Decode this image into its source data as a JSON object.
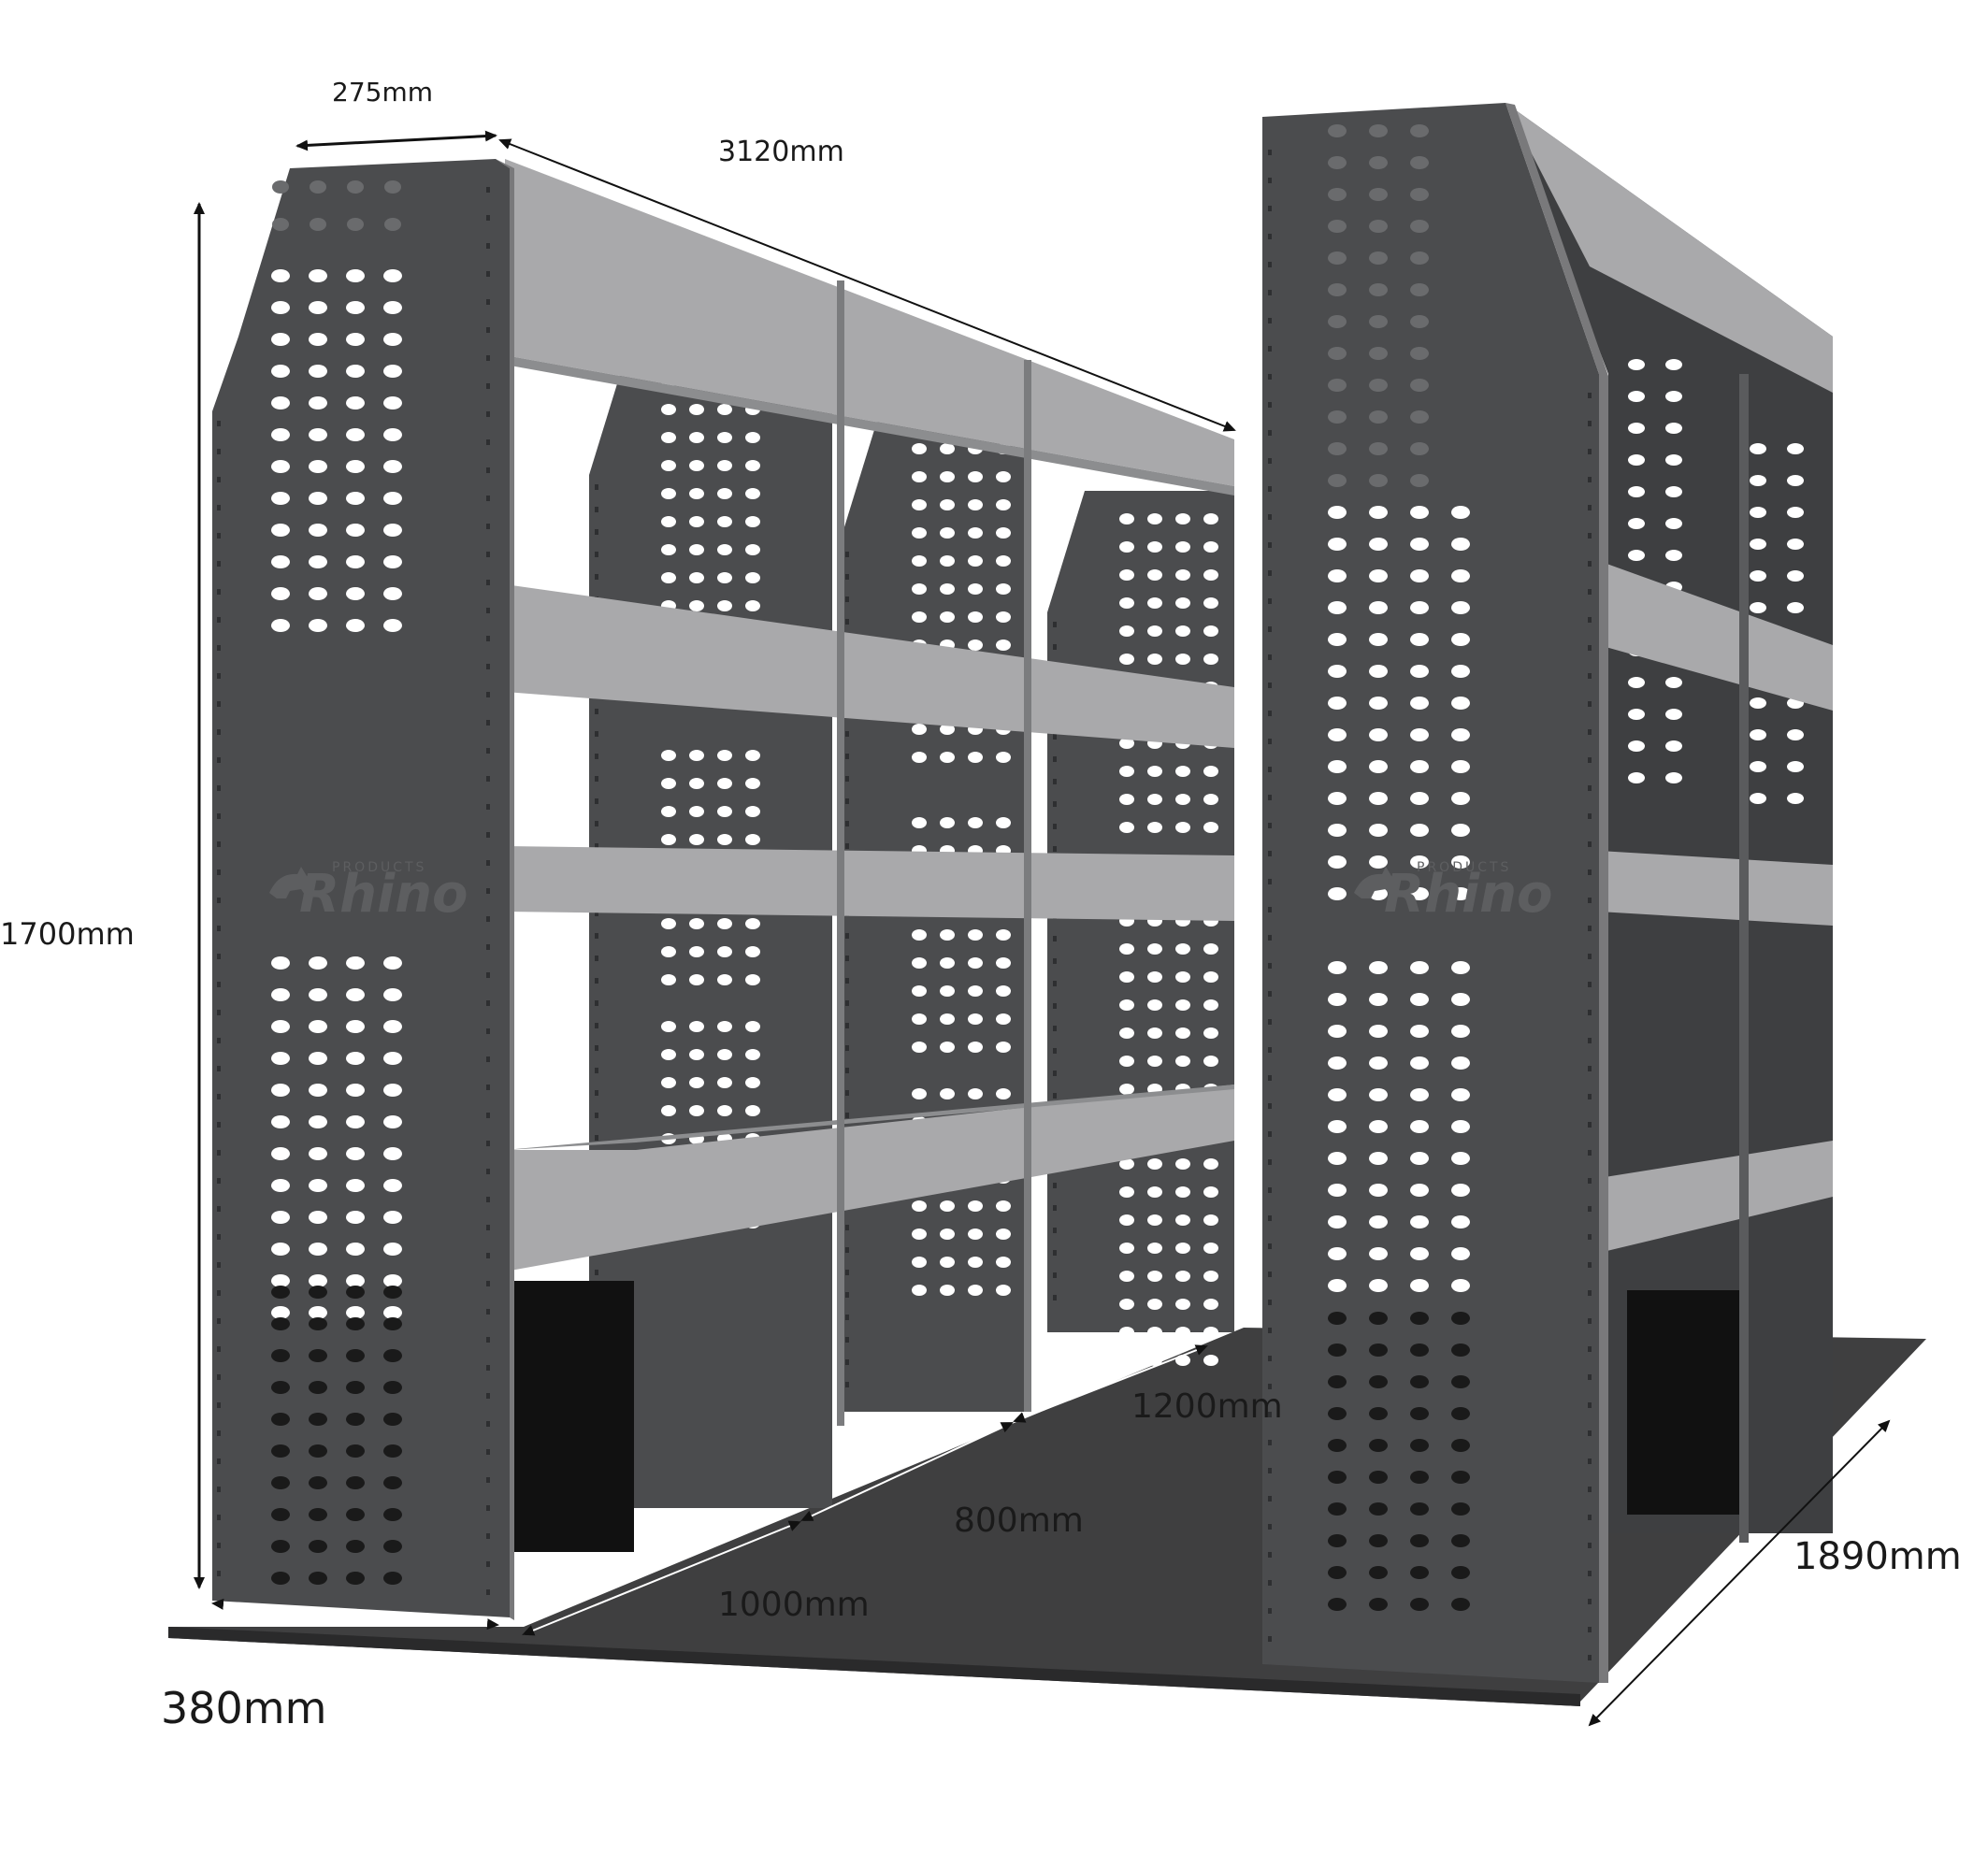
{
  "dimensions": {
    "panel_width": "275mm",
    "total_length": "3120mm",
    "height": "1700mm",
    "bay_1": "1000mm",
    "bay_2": "800mm",
    "bay_3": "1200mm",
    "floor_width": "1890mm",
    "base_depth": "380mm"
  },
  "logo": {
    "brand": "Rhino",
    "sub": "PRODUCTS"
  },
  "colors": {
    "panel": "#4b4c4e",
    "panel_edge": "#3a3b3d",
    "shelf_face": "#a9a9ab",
    "shelf_top": "#8c8d8f",
    "floor": "#3f3f40",
    "hole": "#ffffff",
    "arrow": "#111111"
  }
}
